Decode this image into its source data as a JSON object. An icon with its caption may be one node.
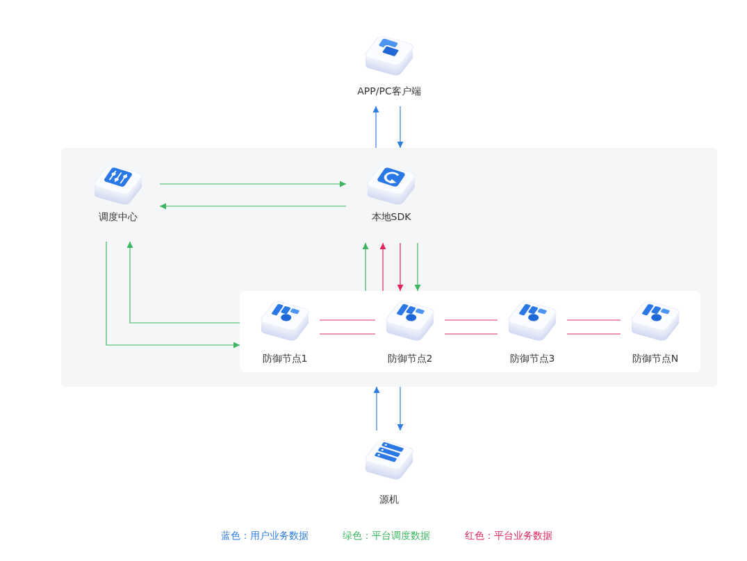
{
  "diagram": {
    "nodes": [
      {
        "text": [
          "APP/PC客户端"
        ]
      },
      {
        "text": [],
        "shape": "box"
      },
      {
        "text": [
          "调度中心"
        ],
        "in": 1
      },
      {
        "text": [
          "本地SDK"
        ],
        "in": 1
      },
      {
        "text": [],
        "shape": "box",
        "in": 1
      },
      {
        "text": [
          "防御节点1"
        ],
        "in": 4
      },
      {
        "text": [
          "防御节点2"
        ],
        "in": 4
      },
      {
        "text": [
          "防御节点3"
        ],
        "in": 4
      },
      {
        "text": [
          "防御节点N"
        ],
        "in": 4
      },
      {
        "text": [
          "源机"
        ]
      }
    ],
    "edges": [
      {
        "from": 1,
        "to": 0,
        "arrow": "to",
        "color": "#2f7de1"
      },
      {
        "from": 0,
        "to": 1,
        "arrow": "to",
        "color": "#2f7de1"
      },
      {
        "from": 2,
        "to": 3,
        "arrow": "to",
        "color": "#3cb55f"
      },
      {
        "from": 3,
        "to": 2,
        "arrow": "to",
        "color": "#3cb55f"
      },
      {
        "from": 2,
        "to": 4,
        "arrow": "to",
        "color": "#3cb55f"
      },
      {
        "from": 4,
        "to": 2,
        "arrow": "to",
        "color": "#3cb55f"
      },
      {
        "from": 4,
        "to": 3,
        "arrow": "to",
        "color": "#3cb55f"
      },
      {
        "from": 4,
        "to": 3,
        "arrow": "to",
        "color": "#e0265d"
      },
      {
        "from": 3,
        "to": 4,
        "arrow": "to",
        "color": "#e0265d"
      },
      {
        "from": 3,
        "to": 4,
        "arrow": "to",
        "color": "#3cb55f"
      },
      {
        "from": 5,
        "to": 6,
        "arrow": "none",
        "color": "#e0265d"
      },
      {
        "from": 5,
        "to": 6,
        "arrow": "none",
        "color": "#e0265d"
      },
      {
        "from": 6,
        "to": 7,
        "arrow": "none",
        "color": "#e0265d"
      },
      {
        "from": 6,
        "to": 7,
        "arrow": "none",
        "color": "#e0265d"
      },
      {
        "from": 7,
        "to": 8,
        "arrow": "none",
        "color": "#e0265d"
      },
      {
        "from": 7,
        "to": 8,
        "arrow": "none",
        "color": "#e0265d"
      },
      {
        "from": 9,
        "to": 1,
        "arrow": "to",
        "color": "#2f7de1"
      },
      {
        "from": 1,
        "to": 9,
        "arrow": "to",
        "color": "#2f7de1"
      }
    ],
    "legend": [
      {
        "text": "蓝色：用户业务数据",
        "color": "#2f7de1"
      },
      {
        "text": "绿色：平台调度数据",
        "color": "#3cb55f"
      },
      {
        "text": "红色：平台业务数据",
        "color": "#e0265d"
      }
    ]
  }
}
